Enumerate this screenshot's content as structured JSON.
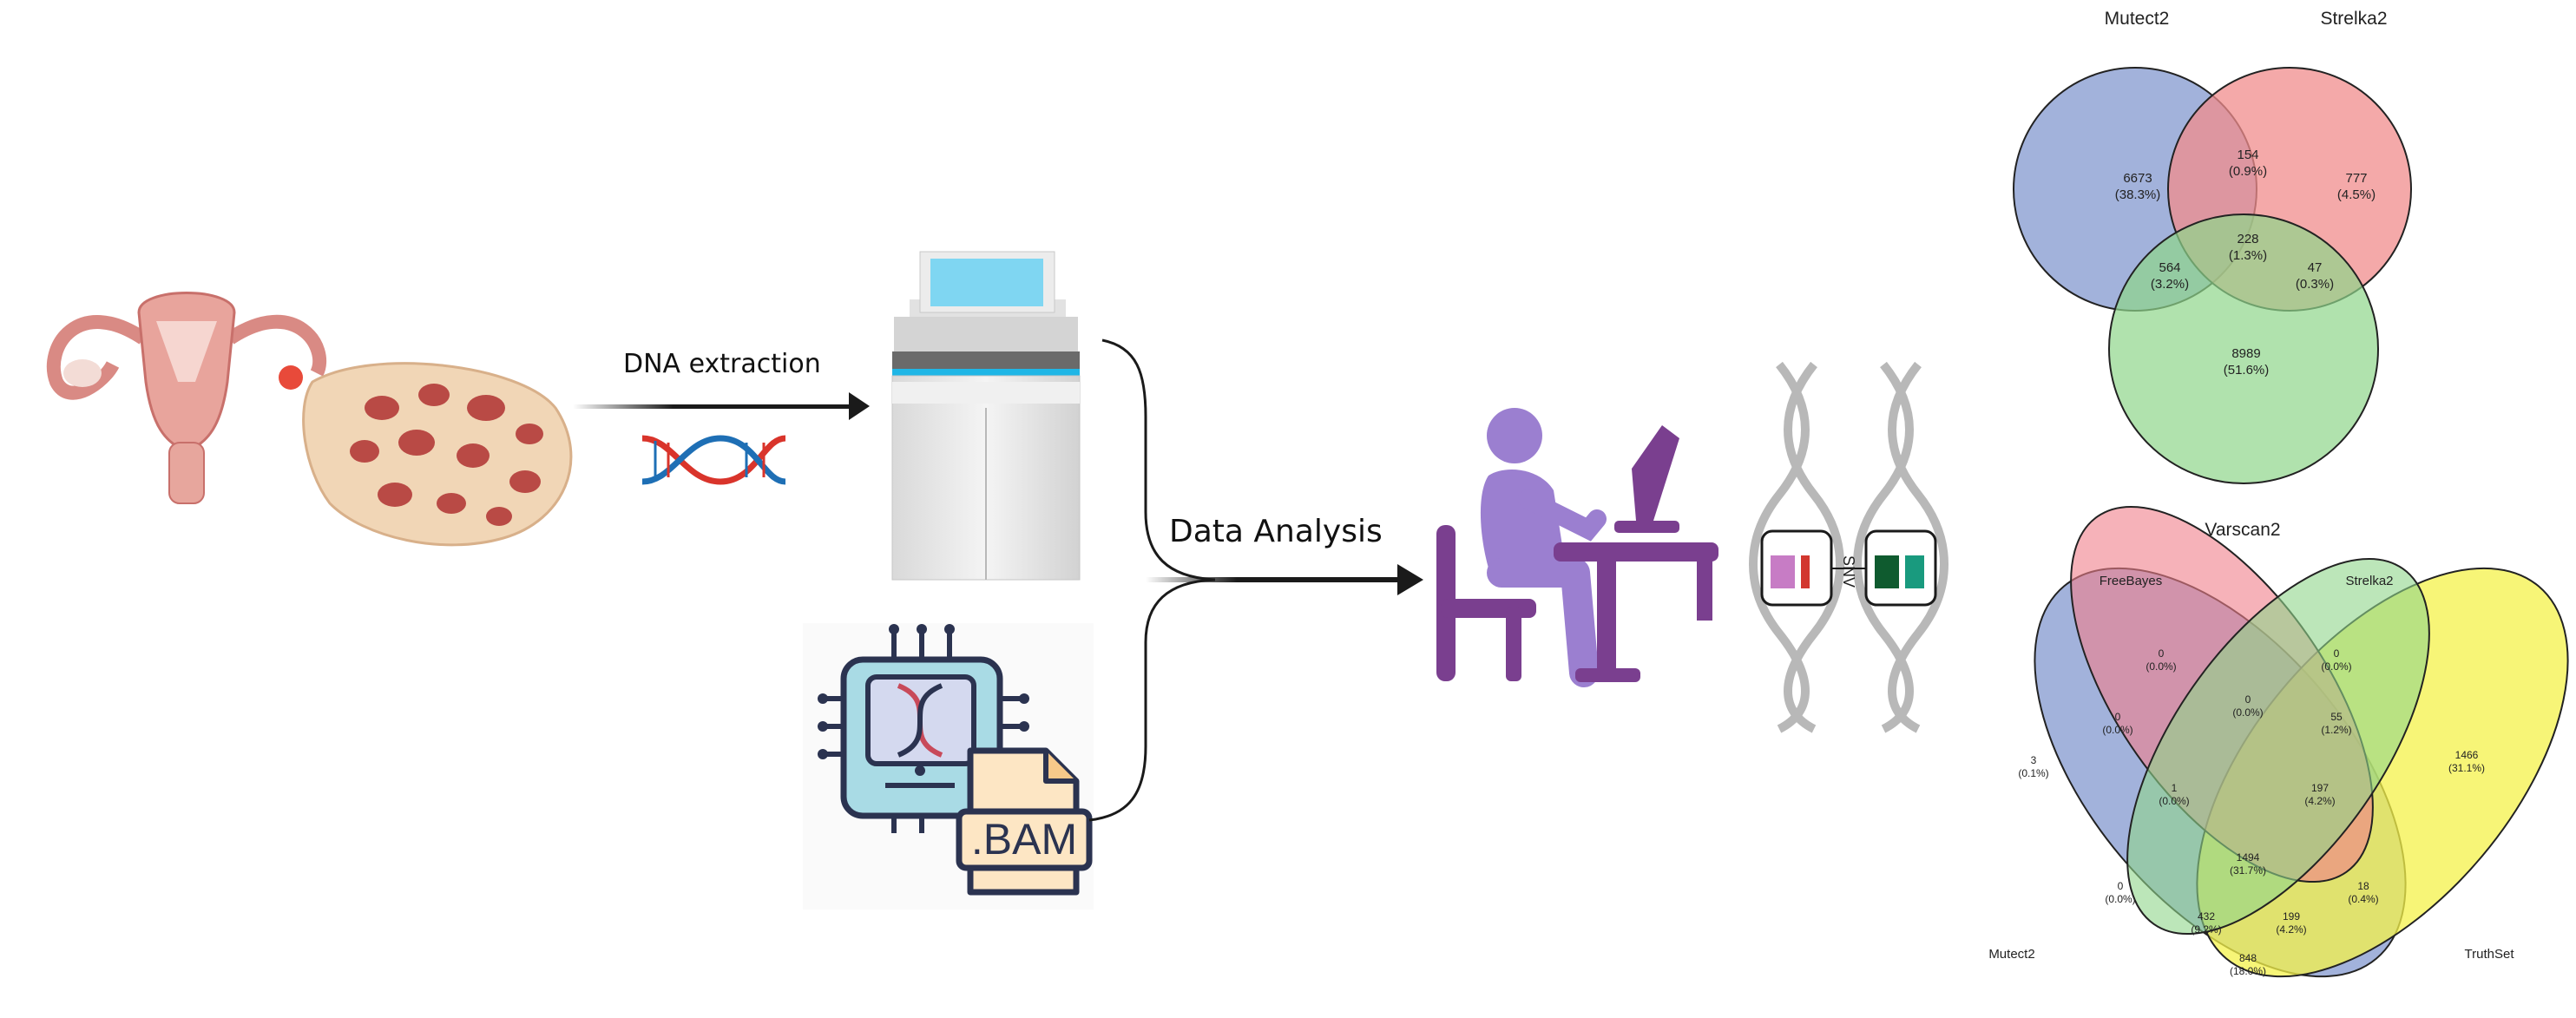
{
  "labels": {
    "dna_extraction": "DNA extraction",
    "data_analysis": "Data Analysis",
    "bam": ".BAM",
    "snv": "SNV"
  },
  "colors": {
    "arrow": "#1a1a1a",
    "person": "#9b7fd0",
    "desk": "#7a3f8f",
    "venn_mutect2": "#8b9fd2",
    "venn_strelka2": "#f08c8c",
    "venn_varscan2": "#8fd68a",
    "venn_freebayes": "#f07f8a",
    "venn_truthset": "#f4f24a"
  },
  "venn3": {
    "sets": [
      "Mutect2",
      "Strelka2",
      "Varscan2"
    ],
    "regions": [
      {
        "count": "6673",
        "pct": "(38.3%)"
      },
      {
        "count": "154",
        "pct": "(0.9%)"
      },
      {
        "count": "777",
        "pct": "(4.5%)"
      },
      {
        "count": "228",
        "pct": "(1.3%)"
      },
      {
        "count": "564",
        "pct": "(3.2%)"
      },
      {
        "count": "47",
        "pct": "(0.3%)"
      },
      {
        "count": "8989",
        "pct": "(51.6%)"
      }
    ]
  },
  "venn4": {
    "sets": [
      "FreeBayes",
      "Strelka2",
      "Mutect2",
      "TruthSet"
    ],
    "regions": [
      {
        "count": "0",
        "pct": "(0.0%)"
      },
      {
        "count": "0",
        "pct": "(0.0%)"
      },
      {
        "count": "0",
        "pct": "(0.0%)"
      },
      {
        "count": "0",
        "pct": "(0.0%)"
      },
      {
        "count": "55",
        "pct": "(1.2%)"
      },
      {
        "count": "3",
        "pct": "(0.1%)"
      },
      {
        "count": "1466",
        "pct": "(31.1%)"
      },
      {
        "count": "1",
        "pct": "(0.0%)"
      },
      {
        "count": "197",
        "pct": "(4.2%)"
      },
      {
        "count": "1494",
        "pct": "(31.7%)"
      },
      {
        "count": "0",
        "pct": "(0.0%)"
      },
      {
        "count": "18",
        "pct": "(0.4%)"
      },
      {
        "count": "432",
        "pct": "(9.2%)"
      },
      {
        "count": "199",
        "pct": "(4.2%)"
      },
      {
        "count": "848",
        "pct": "(18.0%)"
      }
    ]
  }
}
